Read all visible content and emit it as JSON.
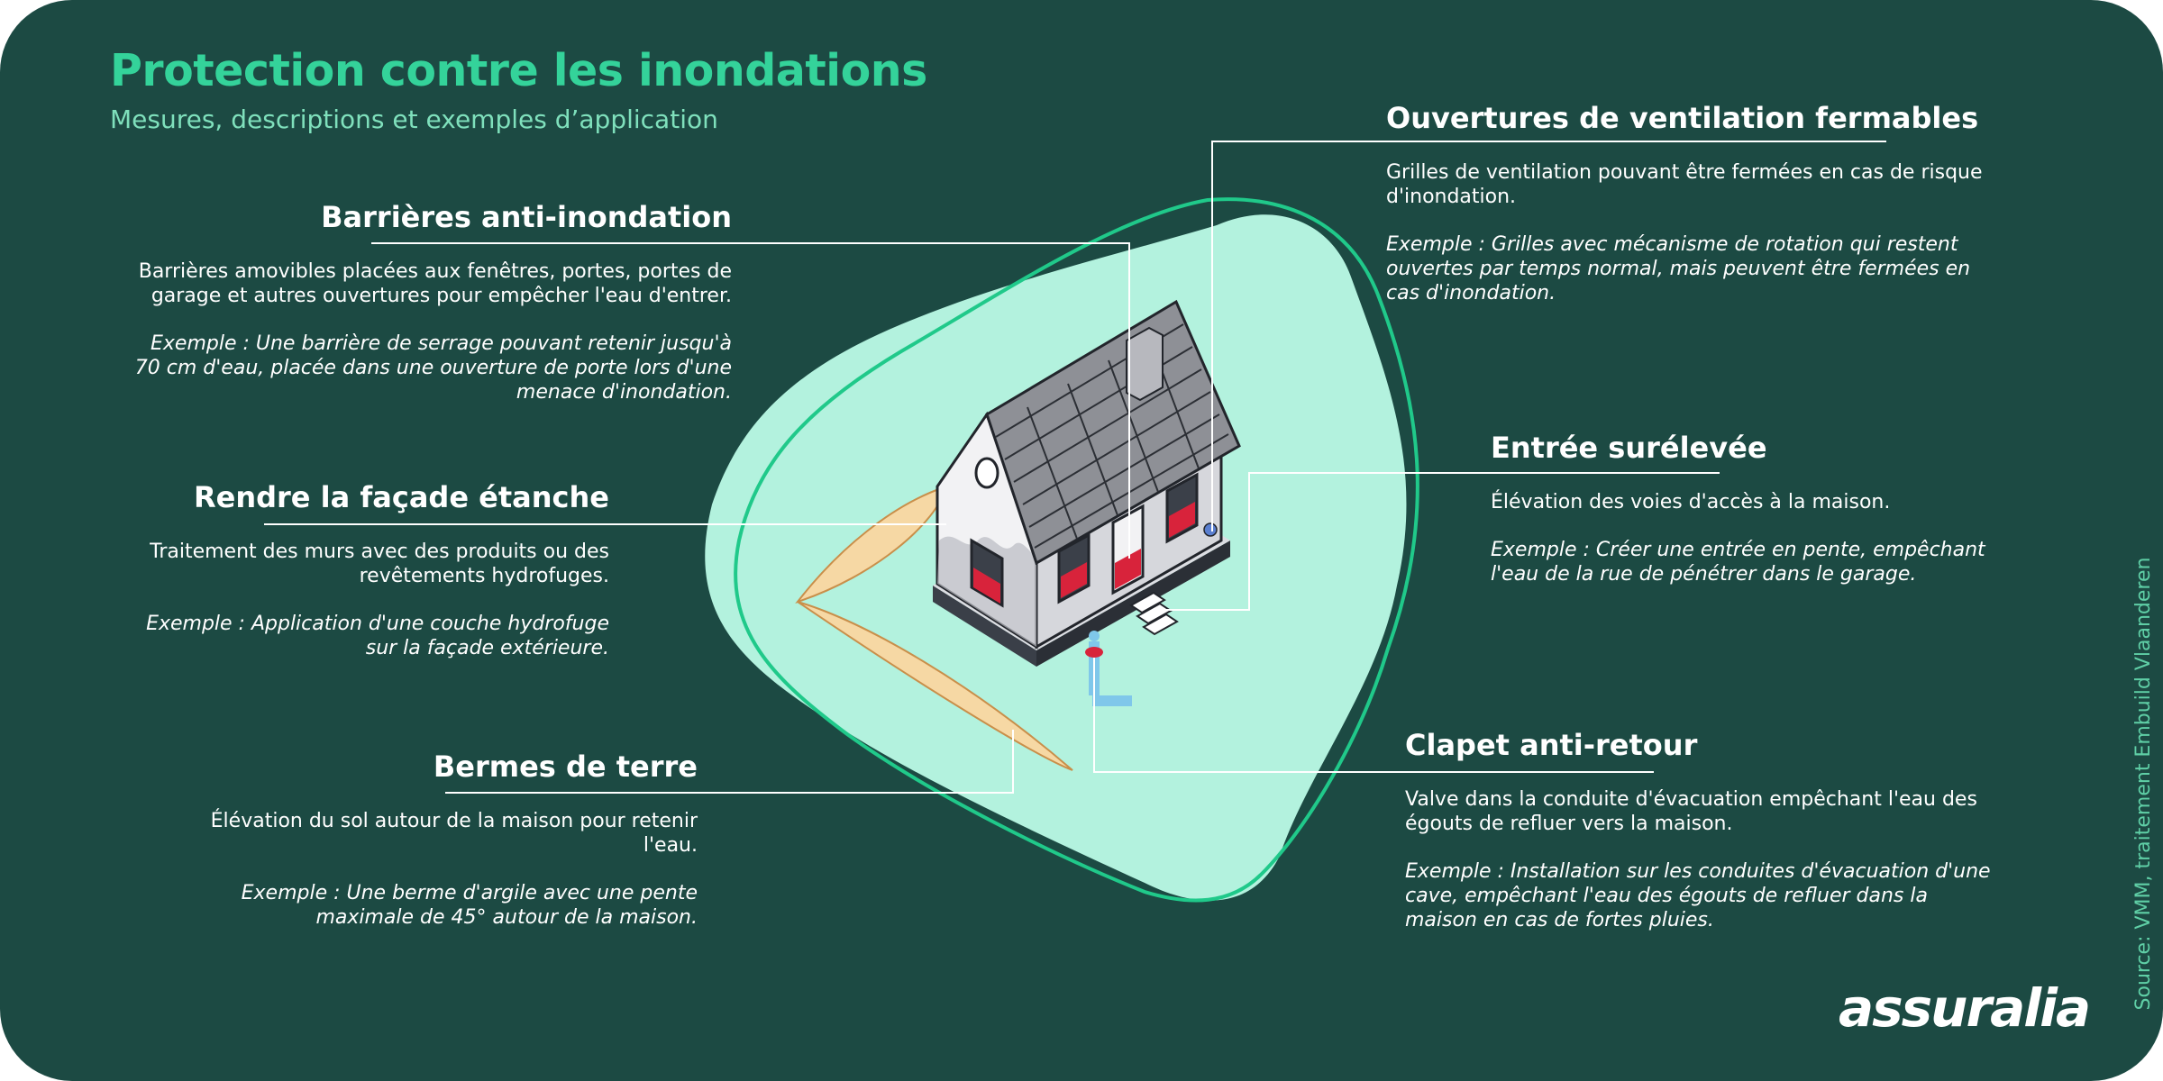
{
  "header": {
    "title": "Protection contre les inondations",
    "subtitle": "Mesures, descriptions et exemples d’application"
  },
  "measures": {
    "barrieres": {
      "title": "Barrières anti-inondation",
      "description": "Barrières amovibles placées aux fenêtres, portes, portes de garage et autres ouvertures pour empêcher l'eau d'entrer.",
      "example": "Exemple : Une barrière de serrage pouvant retenir jusqu'à 70 cm d'eau, placée dans une ouverture de porte lors d'une menace d'inondation."
    },
    "facade": {
      "title": "Rendre la façade étanche",
      "description": "Traitement des murs avec des produits ou des revêtements hydrofuges.",
      "example": "Exemple : Application d'une couche hydrofuge sur la façade extérieure."
    },
    "bermes": {
      "title": "Bermes de terre",
      "description": "Élévation du sol autour de la maison pour retenir l'eau.",
      "example": "Exemple : Une berme d'argile avec une pente maximale de 45° autour de la maison."
    },
    "ventilation": {
      "title": "Ouvertures de ventilation fermables",
      "description": "Grilles de ventilation pouvant être fermées en cas de risque d'inondation.",
      "example": "Exemple : Grilles avec mécanisme de rotation qui restent ouvertes par temps normal, mais peuvent être fermées en cas d'inondation."
    },
    "entree": {
      "title": "Entrée surélevée",
      "description": "Élévation des voies d'accès à la maison.",
      "example": "Exemple : Créer une entrée en pente, empêchant l'eau de la rue de pénétrer dans le garage."
    },
    "clapet": {
      "title": "Clapet anti-retour",
      "description": "Valve dans la conduite d'évacuation empêchant l'eau des égouts de refluer vers la maison.",
      "example": "Exemple : Installation sur les conduites d'évacuation d'une cave, empêchant l'eau des égouts de refluer dans la maison en cas de fortes pluies."
    }
  },
  "footer": {
    "source": "Source: VMM, traitement Embuild Vlaanderen",
    "logo_text": "assuralia"
  },
  "colors": {
    "background": "#1c4a43",
    "title_accent": "#34d39a",
    "subtitle": "#7fe0bc",
    "blob_fill": "#b3f2de",
    "blob_outline": "#20c98a",
    "berm": "#f6d8a4",
    "leader_lines": "#ffffff",
    "door_red": "#d8233b"
  }
}
